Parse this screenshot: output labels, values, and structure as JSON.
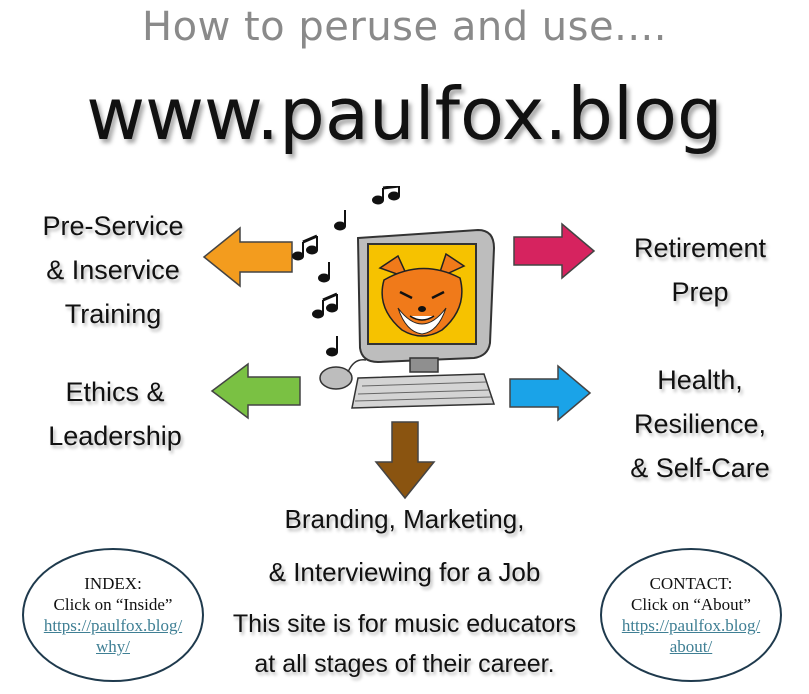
{
  "header": {
    "subtitle": "How to peruse and use....",
    "title": "www.paulfox.blog"
  },
  "categories": {
    "pre_service": [
      "Pre-Service",
      "& Inservice",
      "Training"
    ],
    "retirement": [
      "Retirement",
      "Prep"
    ],
    "ethics": [
      "Ethics &",
      "Leadership"
    ],
    "health": [
      "Health,",
      "Resilience,",
      "& Self-Care"
    ],
    "branding": [
      "Branding, Marketing,",
      "& Interviewing for a Job"
    ]
  },
  "tagline": [
    "This site is for music educators",
    "at all stages of their career."
  ],
  "index_oval": {
    "heading": "INDEX:",
    "instruction": "Click on “Inside”",
    "link_line1": "https://paulfox.blog/",
    "link_line2": "why/"
  },
  "contact_oval": {
    "heading": "CONTACT:",
    "instruction": "Click on “About”",
    "link_line1": "https://paulfox.blog/",
    "link_line2": "about/"
  },
  "colors": {
    "arrow_pre_service": "#f39c1e",
    "arrow_retirement": "#d6235f",
    "arrow_ethics": "#7ac143",
    "arrow_health": "#1aa3e8",
    "arrow_branding": "#8a5410",
    "monitor_screen": "#f6c200",
    "oval_border": "#1f3a4d"
  },
  "illustration": {
    "icon": "computer-with-fox-icon",
    "notes_icon": "music-notes-icon"
  }
}
